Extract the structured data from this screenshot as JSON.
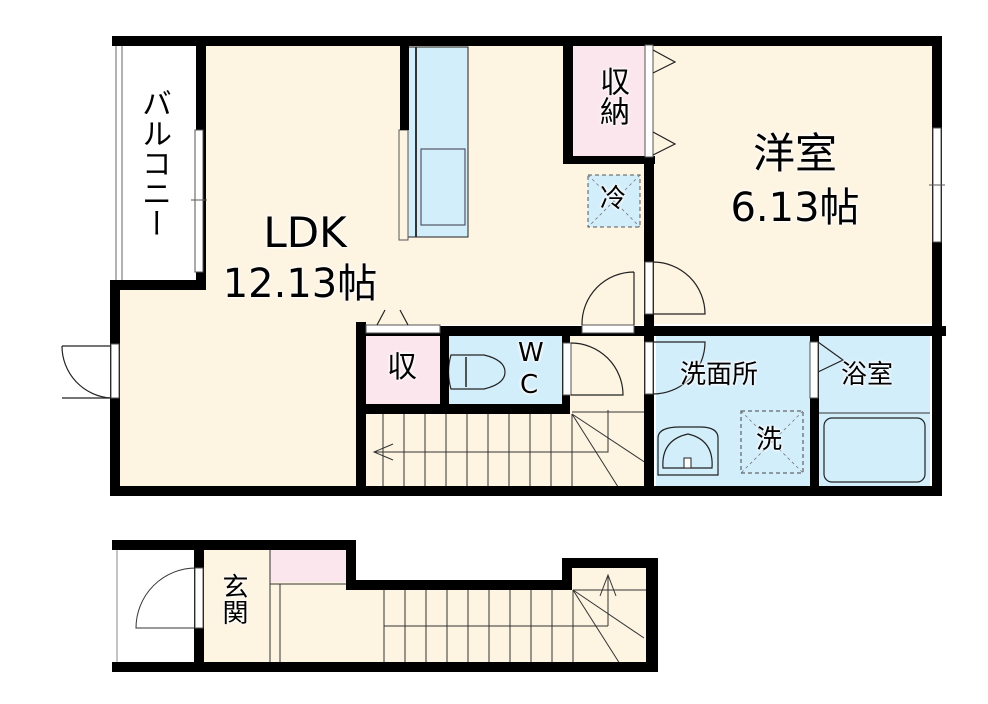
{
  "floorplan": {
    "colors": {
      "wall": "#000000",
      "floor": "#fdf4e2",
      "wet_area": "#d3eefb",
      "storage": "#fbe6ee",
      "exterior": "#ffffff",
      "line": "#333333"
    },
    "upper_floor": {
      "rooms": {
        "balcony": {
          "label": "バルコニー"
        },
        "ldk": {
          "label": "LDK",
          "size": "12.13帖"
        },
        "western_room": {
          "label": "洋室",
          "size": "6.13帖"
        },
        "closet_main": {
          "label": "収納"
        },
        "closet_small": {
          "label": "収"
        },
        "fridge_space": {
          "label": "冷"
        },
        "toilet": {
          "label_line1": "W",
          "label_line2": "C"
        },
        "washroom": {
          "label": "洗面所"
        },
        "washer_space": {
          "label": "洗"
        },
        "bathroom": {
          "label": "浴室"
        }
      }
    },
    "lower_floor": {
      "rooms": {
        "entrance": {
          "label": "玄関"
        }
      }
    }
  }
}
